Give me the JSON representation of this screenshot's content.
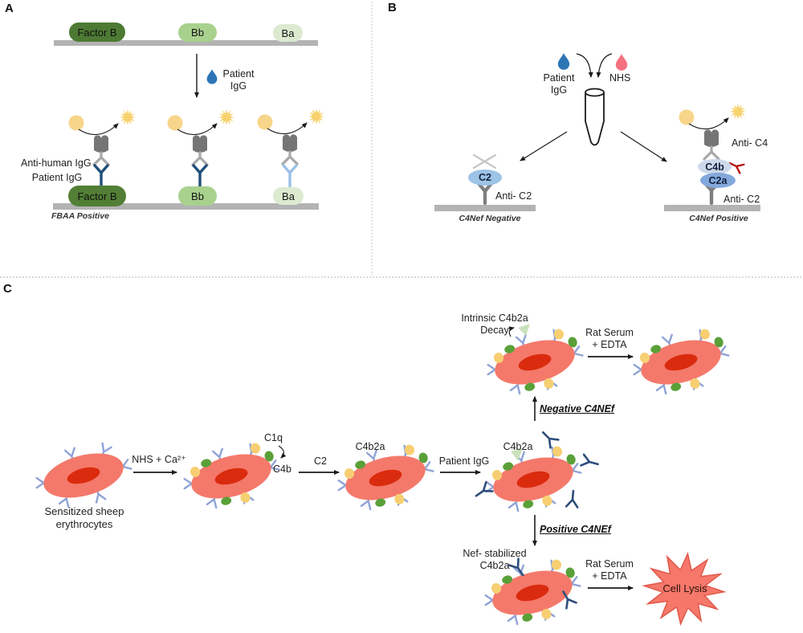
{
  "panel_a": {
    "letter": "A",
    "pills": {
      "factor_b": "Factor B",
      "bb": "Bb",
      "ba": "Ba"
    },
    "arrow_label": "Patient\nIgG",
    "left_label_line1": "Anti-human IgG",
    "left_label_line2": "Patient IgG",
    "caption": "FBAA Positive"
  },
  "panel_b": {
    "letter": "B",
    "drop_left_label": "Patient\nIgG",
    "drop_right_label": "NHS",
    "left": {
      "molecule": "C2",
      "anti": "Anti- C2",
      "caption": "C4Nef Negative"
    },
    "right": {
      "anti_c4": "Anti- C4",
      "c4b": "C4b",
      "c2a": "C2a",
      "anti_c2": "Anti- C2",
      "caption": "C4Nef Positive"
    }
  },
  "panel_c": {
    "letter": "C",
    "cell1_label": "Sensitized sheep\nerythrocytes",
    "step1": "NHS + Ca²⁺",
    "c1q": "C1q",
    "c4b": "C4b",
    "step2": "C2",
    "cell3_label": "C4b2a",
    "step3": "Patient IgG",
    "cell4_label": "C4b2a",
    "intrinsic_decay": "Intrinsic C4b2a\nDecay",
    "rat_serum_top": "Rat Serum\n+ EDTA",
    "negative_branch": "Negative C4NEf",
    "positive_branch": "Positive C4NEf",
    "nef_stabilized": "Nef- stabilized\nC4b2a",
    "rat_serum_bottom": "Rat Serum\n+ EDTA",
    "cell_lysis": "Cell Lysis"
  },
  "palette": {
    "factor_b_green": "#4d7a33",
    "bb_green": "#a9d18e",
    "ba_green": "#dcead0",
    "bar_gray": "#b3b3b3",
    "antibody_navy": "#1f4e79",
    "antibody_light_blue": "#9cc0e8",
    "detector_gray": "#757575",
    "signal_yellow": "#f7d26e",
    "drop_blue": "#2e75b6",
    "drop_pink": "#f4727f",
    "c2_blue": "#9dc3e6",
    "c4b_pale_blue": "#cdd9eb",
    "c2a_blue": "#83a8dc",
    "red_marker": "#b00000",
    "cell_salmon": "#f4796b",
    "cell_core_red": "#da2b0e",
    "membrane_periwinkle": "#8fa3d6",
    "c4b_oval_green": "#5aa038",
    "c1q_oval_yellow": "#f7cf72",
    "decay_wedge_green": "#cbe2bd"
  }
}
